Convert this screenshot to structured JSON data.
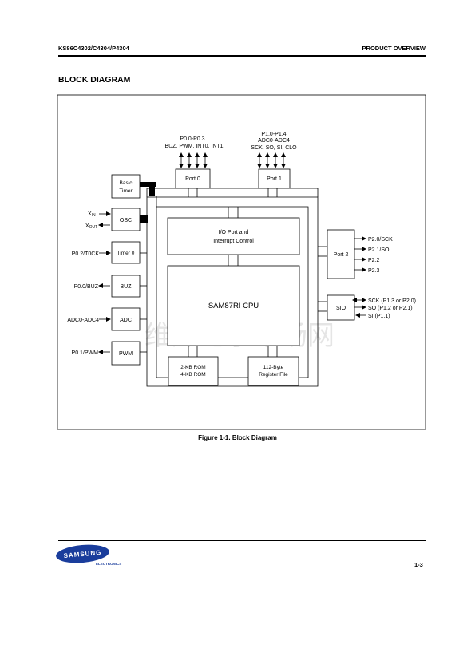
{
  "header": {
    "part_numbers": "KS86C4302/C4304/P4304",
    "section": "PRODUCT OVERVIEW"
  },
  "section_title": "BLOCK DIAGRAM",
  "diagram": {
    "port0_signals": [
      "P0.0-P0.3",
      "BUZ, PWM, INT0, INT1"
    ],
    "port1_signals": [
      "P1.0-P1.4",
      "ADC0-ADC4",
      "SCK, SO, SI, CLO"
    ],
    "blocks": {
      "basic_timer": [
        "Basic",
        "Timer"
      ],
      "osc": "OSC",
      "timer0": "Timer 0",
      "buz": "BUZ",
      "adc": "ADC",
      "pwm": "PWM",
      "port0": "Port 0",
      "port1": "Port 1",
      "io_port": [
        "I/O Port and",
        "Interrupt Control"
      ],
      "cpu": "SAM87RI CPU",
      "rom": [
        "2-KB ROM",
        "4-KB ROM"
      ],
      "register_file": [
        "112-Byte",
        "Register File"
      ],
      "port2": "Port 2",
      "sio": "SIO"
    },
    "left_pins": {
      "xin": "X",
      "xin_sub": "IN",
      "xout": "X",
      "xout_sub": "OUT",
      "timer0": "P0.2/T0CK",
      "buz": "P0.0/BUZ",
      "adc": "ADC0-ADC4",
      "pwm": "P0.1/PWM"
    },
    "port2_pins": [
      "P2.0/SCK",
      "P2.1/SO",
      "P2.2",
      "P2.3"
    ],
    "sio_pins": [
      "SCK (P1.3 or P2.0)",
      "SO (P1.2 or P2.1)",
      "SI (P1.1)"
    ],
    "watermark": "维库电子市场网"
  },
  "caption": "Figure 1-1. Block Diagram",
  "footer": {
    "logo_text": "SAMSUNG",
    "logo_sub": "ELECTRONICS",
    "page_number": "1-3"
  }
}
